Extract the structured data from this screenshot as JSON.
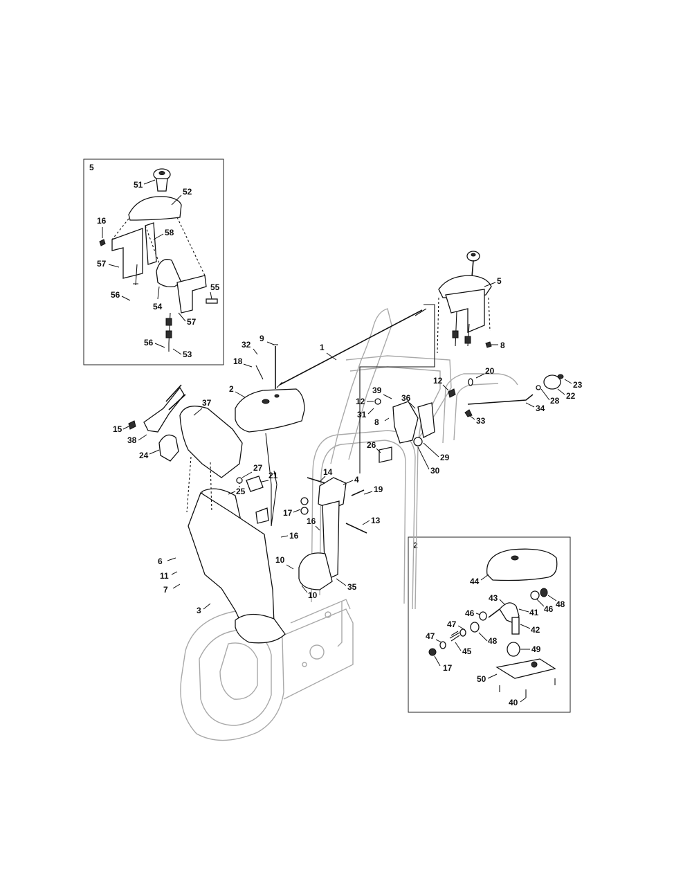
{
  "insets": [
    {
      "id": "5",
      "label": "5"
    },
    {
      "id": "2",
      "label": "2"
    }
  ],
  "callouts": {
    "main": [
      "1",
      "2",
      "3",
      "4",
      "5",
      "6",
      "7",
      "8",
      "8",
      "9",
      "10",
      "10",
      "11",
      "12",
      "12",
      "13",
      "14",
      "15",
      "16",
      "16",
      "17",
      "18",
      "19",
      "20",
      "21",
      "22",
      "23",
      "24",
      "25",
      "26",
      "27",
      "28",
      "29",
      "30",
      "31",
      "32",
      "33",
      "34",
      "35",
      "36",
      "37",
      "38",
      "39"
    ],
    "inset5": [
      "51",
      "52",
      "16",
      "58",
      "57",
      "55",
      "56",
      "54",
      "57",
      "56",
      "53"
    ],
    "inset2": [
      "44",
      "43",
      "41",
      "46",
      "48",
      "46",
      "47",
      "42",
      "48",
      "47",
      "45",
      "49",
      "17",
      "50",
      "40"
    ]
  }
}
